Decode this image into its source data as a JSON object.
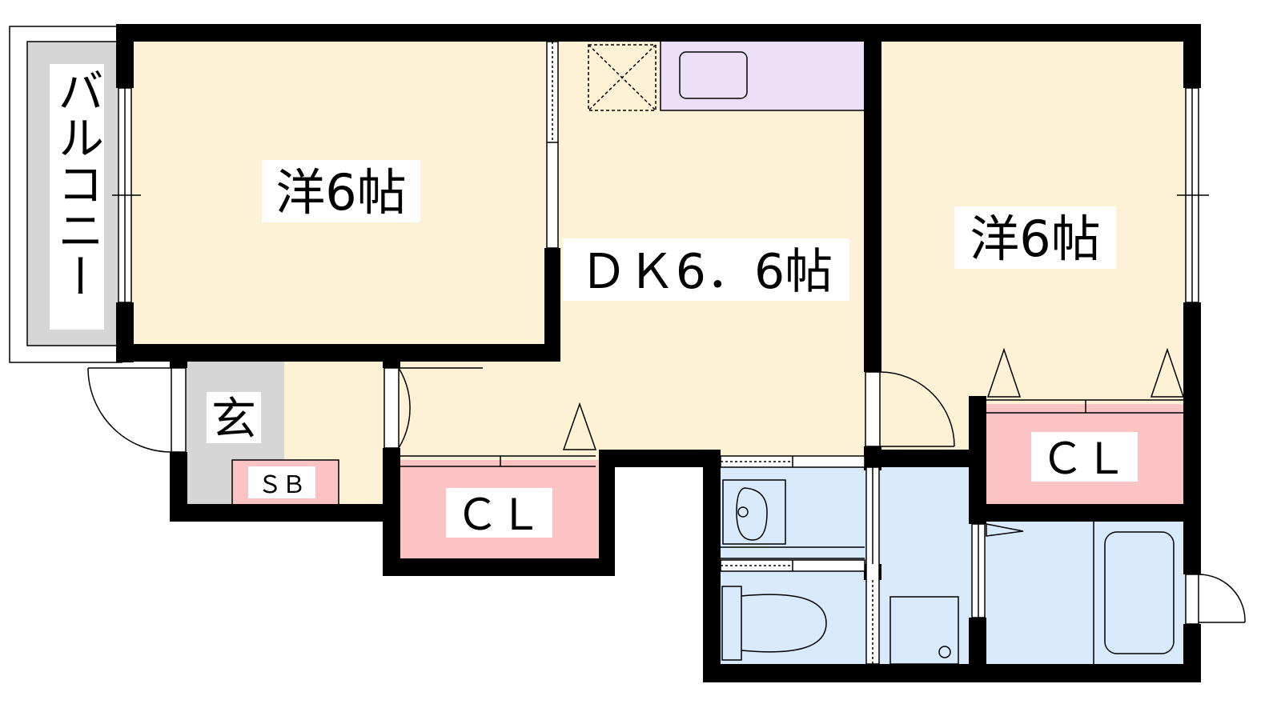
{
  "labels": {
    "room_west": "洋6帖",
    "room_east": "洋6帖",
    "dk": "ＤＫ6．6帖",
    "balcony": "バルコニー",
    "entrance": "玄",
    "shoe_box": "ＳＢ",
    "closet_center": "ＣＬ",
    "closet_east": "ＣＬ"
  },
  "colors": {
    "room_floor": "#fdf2d5",
    "closet": "#fbc3c4",
    "wet_area": "#d9eafc",
    "kitchen": "#ecdff7",
    "entrance": "#d6d6d6",
    "wall": "#000000"
  }
}
